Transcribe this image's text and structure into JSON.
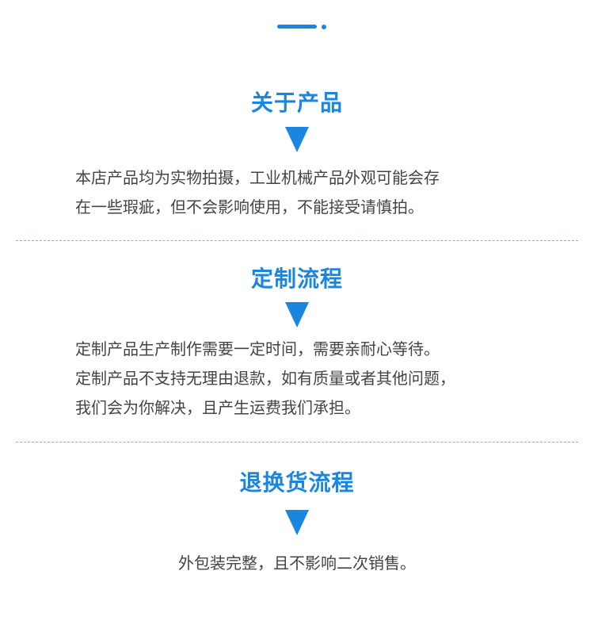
{
  "colors": {
    "accent": "#1a86e0",
    "text": "#444444",
    "divider": "#7fb3df"
  },
  "sections": [
    {
      "title": "关于产品",
      "lines": [
        "本店产品均为实物拍摄，工业机械产品外观可能会存",
        "在一些瑕疵，但不会影响使用，不能接受请慎拍。"
      ]
    },
    {
      "title": "定制流程",
      "lines": [
        "定制产品生产制作需要一定时间，需要亲耐心等待。",
        "定制产品不支持无理由退款，如有质量或者其他问题，",
        "我们会为你解决，且产生运费我们承担。"
      ]
    },
    {
      "title": "退换货流程",
      "lines": [
        "外包装完整，且不影响二次销售。"
      ]
    }
  ],
  "icons": {
    "decoration": "bar-dot-decoration",
    "arrow": "down-triangle-arrow-icon"
  }
}
